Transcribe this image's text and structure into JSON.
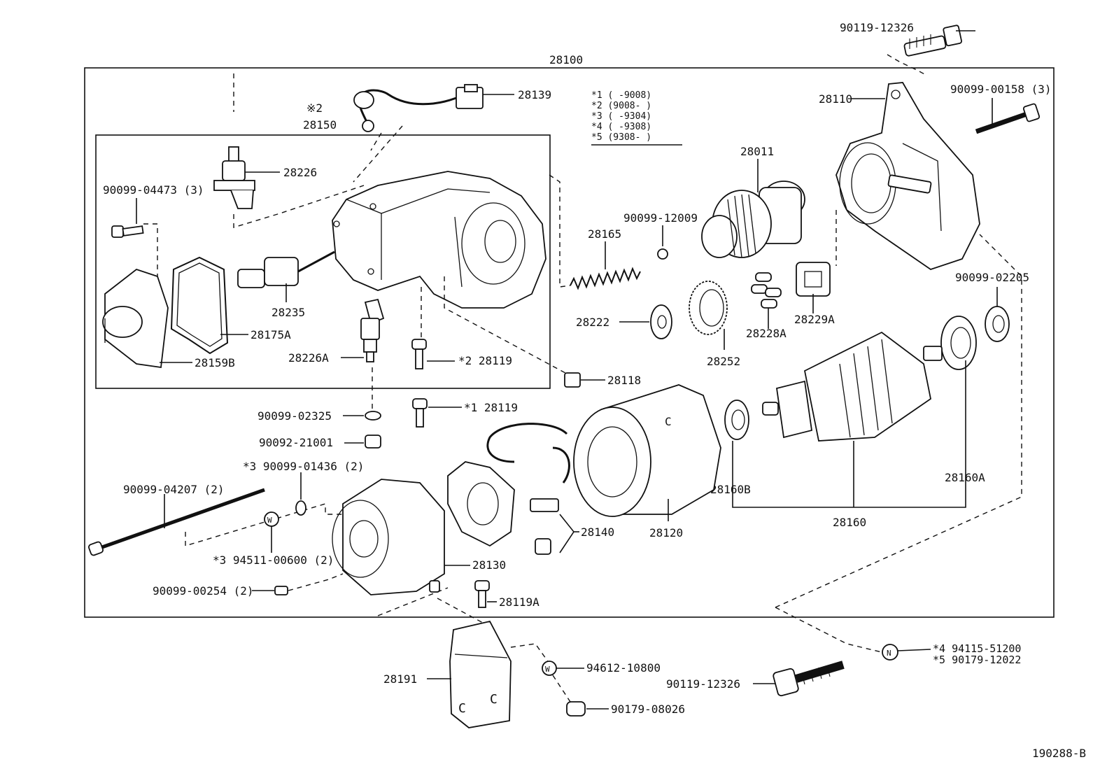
{
  "diagram": {
    "assembly_label": "28100",
    "sub_assembly_mark": "※2",
    "sub_assembly_label": "28150",
    "drawing_number": "190288-B",
    "footnotes": [
      "*1 (    -9008)",
      "*2 (9008-    )",
      "*3 (    -9304)",
      "*4 (    -9308)",
      "*5 (9308-    )"
    ],
    "labels": {
      "p90119_top": "90119-12326",
      "p28139": "28139",
      "p28110": "28110",
      "p90099_00158": "90099-00158 (3)",
      "p28226": "28226",
      "p90099_04473": "90099-04473 (3)",
      "p28011": "28011",
      "p90099_12009": "90099-12009",
      "p28165": "28165",
      "p28235": "28235",
      "p28175A": "28175A",
      "p28159B": "28159B",
      "p28226A": "28226A",
      "p28119_2": "*2  28119",
      "p28222": "28222",
      "p28252": "28252",
      "p28228A": "28228A",
      "p28229A": "28229A",
      "p90099_02205": "90099-02205",
      "p28118": "28118",
      "p90099_02325": "90099-02325",
      "p28119_1": "*1  28119",
      "p90092_21001": "90092-21001",
      "p90099_01436": "*3  90099-01436 (2)",
      "p90099_04207": "90099-04207 (2)",
      "p94511_00600": "*3  94511-00600 (2)",
      "p90099_00254": "90099-00254 (2)",
      "p28140": "28140",
      "p28120": "28120",
      "p28130": "28130",
      "p28119A": "28119A",
      "p28160B": "28160B",
      "p28160A": "28160A",
      "p28160": "28160",
      "p94115_51200": "*4  94115-51200",
      "p90179_12022": "*5  90179-12022",
      "p90119_bottom": "90119-12326",
      "p28191": "28191",
      "p94612_10800": "94612-10800",
      "p90179_08026": "90179-08026"
    }
  }
}
